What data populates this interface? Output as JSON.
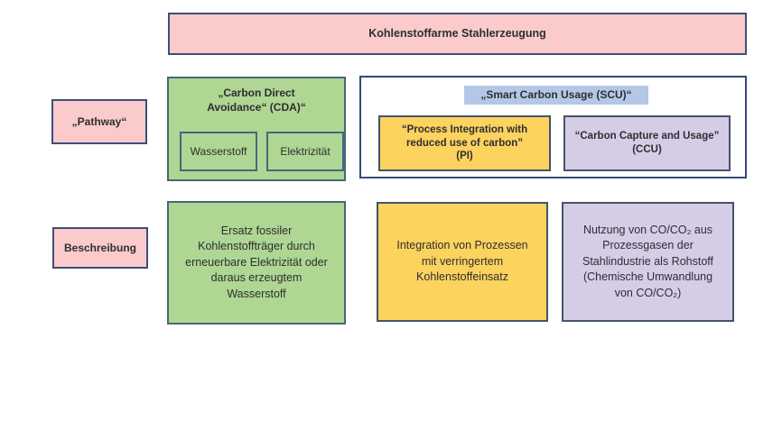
{
  "colors": {
    "pink": "#FACBCA",
    "green": "#AFD693",
    "yellow": "#FCD35F",
    "lavender": "#D5CCE6",
    "lightblue": "#B4C7E7",
    "border-navy": "#3F4E7C",
    "border-teal": "#46677B",
    "border-scu": "#35487A",
    "border-slate": "#44546A",
    "text": "#2E2E31"
  },
  "header": {
    "title": "Kohlenstoffarme Stahlerzeugung"
  },
  "rows": {
    "pathway_label": "„Pathway“",
    "description_label": "Beschreibung"
  },
  "cda": {
    "title": "„Carbon Direct Avoidance“ (CDA)“",
    "items": [
      "Wasserstoff",
      "Elektrizität"
    ],
    "description": "Ersatz fossiler Kohlenstoffträger durch erneuerbare Elektrizität oder daraus erzeugtem Wasserstoff"
  },
  "scu": {
    "title": "„Smart Carbon Usage (SCU)“",
    "pi": {
      "title": "“Process Integration with reduced use of carbon”",
      "abbr": "(PI)",
      "description": "Integration von Prozessen mit verringertem Kohlenstoffeinsatz"
    },
    "ccu": {
      "title": "“Carbon Capture and Usage”",
      "abbr": "(CCU)",
      "description": "Nutzung von CO/CO₂ aus Prozessgasen der Stahlindustrie als Rohstoff (Chemische Umwandlung von CO/CO₂)"
    }
  }
}
